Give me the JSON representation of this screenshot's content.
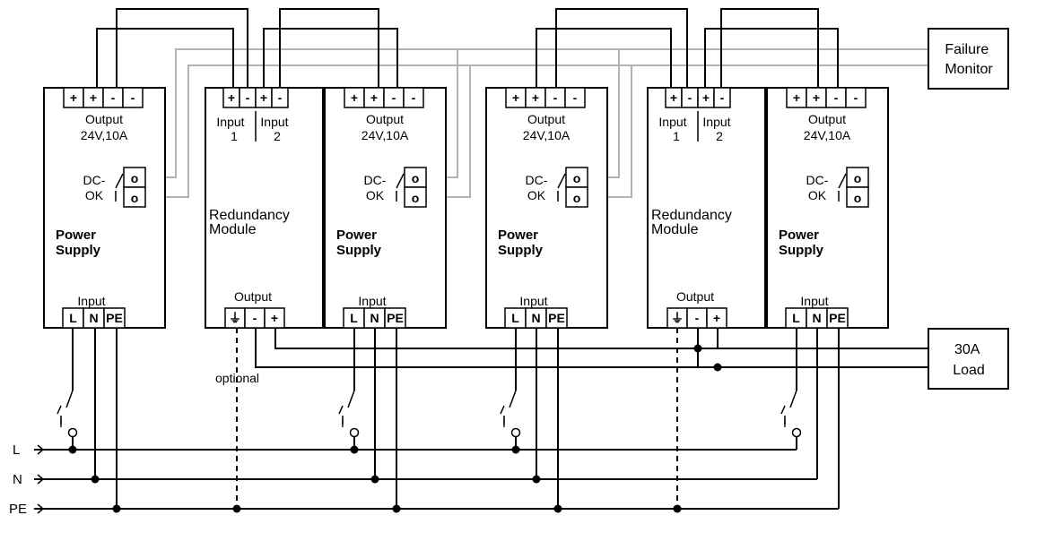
{
  "power_supplies": [
    {
      "output_title": "Output",
      "output_rating": "24V,10A",
      "title": "Power\nSupply",
      "dc_ok_label": "DC-\nOK",
      "input_label": "Input",
      "input_terminals": [
        "L",
        "N",
        "PE"
      ],
      "output_terminals": [
        "+",
        "+",
        "-",
        "-"
      ],
      "contact_mark": "o"
    },
    {
      "output_title": "Output",
      "output_rating": "24V,10A",
      "title": "Power\nSupply",
      "dc_ok_label": "DC-\nOK",
      "input_label": "Input",
      "input_terminals": [
        "L",
        "N",
        "PE"
      ],
      "output_terminals": [
        "+",
        "+",
        "-",
        "-"
      ],
      "contact_mark": "o"
    },
    {
      "output_title": "Output",
      "output_rating": "24V,10A",
      "title": "Power\nSupply",
      "dc_ok_label": "DC-\nOK",
      "input_label": "Input",
      "input_terminals": [
        "L",
        "N",
        "PE"
      ],
      "output_terminals": [
        "+",
        "+",
        "-",
        "-"
      ],
      "contact_mark": "o"
    },
    {
      "output_title": "Output",
      "output_rating": "24V,10A",
      "title": "Power\nSupply",
      "dc_ok_label": "DC-\nOK",
      "input_label": "Input",
      "input_terminals": [
        "L",
        "N",
        "PE"
      ],
      "output_terminals": [
        "+",
        "+",
        "-",
        "-"
      ],
      "contact_mark": "o"
    }
  ],
  "redundancy_modules": [
    {
      "title": "Redundancy\nModule",
      "input1_label": "Input\n1",
      "input2_label": "Input\n2",
      "output_label": "Output",
      "input_terminals": [
        "+",
        "-",
        "+",
        "-"
      ],
      "output_terminals": [
        "⏚",
        "-",
        "+"
      ]
    },
    {
      "title": "Redundancy\nModule",
      "input1_label": "Input\n1",
      "input2_label": "Input\n2",
      "output_label": "Output",
      "input_terminals": [
        "+",
        "-",
        "+",
        "-"
      ],
      "output_terminals": [
        "⏚",
        "-",
        "+"
      ]
    }
  ],
  "failure_monitor": {
    "label": "Failure\nMonitor"
  },
  "load": {
    "label": "30A\nLoad"
  },
  "optional_label": "optional",
  "breaker_mark": "I",
  "rails": [
    "L",
    "N",
    "PE"
  ],
  "colors": {
    "wire": "#000000",
    "signal_wire": "#b3b3b3",
    "background": "#ffffff"
  }
}
